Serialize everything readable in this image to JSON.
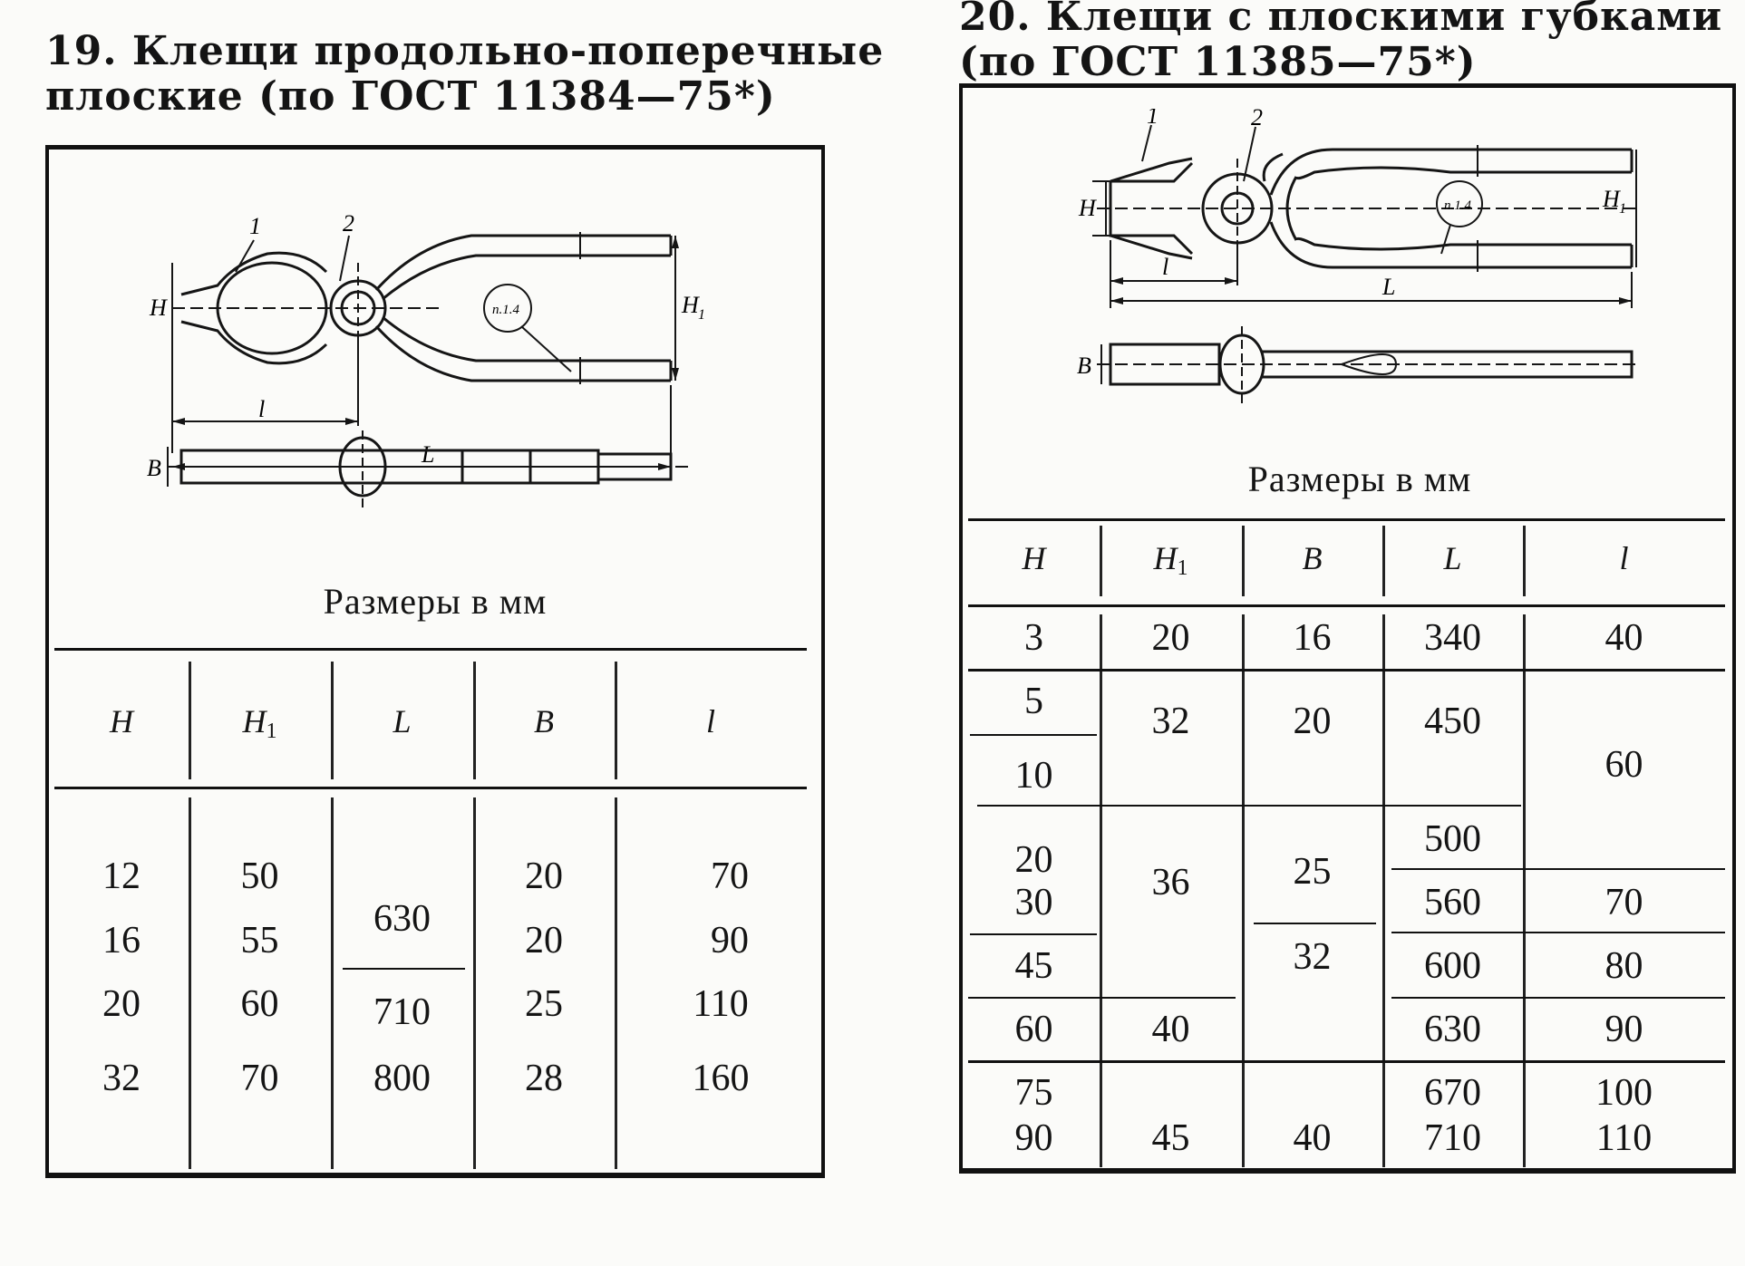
{
  "left": {
    "title_line1": "19. Клещи продольно-поперечные",
    "title_line2": "плоские (по ГОСТ 11384—75*)",
    "figure": {
      "label_1": "1",
      "label_2": "2",
      "label_H": "H",
      "label_H1": "H",
      "label_H1_sub": "1",
      "label_l": "l",
      "label_L": "L",
      "label_B": "B",
      "note": "п.1.4"
    },
    "caption": "Размеры в мм",
    "headers": {
      "H": "H",
      "H1_main": "H",
      "H1_sub": "1",
      "L": "L",
      "B": "B",
      "l": "l"
    },
    "rows": [
      {
        "H": "12",
        "H1": "50",
        "B": "20",
        "l": "70"
      },
      {
        "H": "16",
        "H1": "55",
        "B": "20",
        "l": "90"
      },
      {
        "H": "20",
        "H1": "60",
        "B": "25",
        "l": "110"
      },
      {
        "H": "32",
        "H1": "70",
        "B": "28",
        "l": "160"
      }
    ],
    "L_values": [
      "630",
      "710",
      "800"
    ]
  },
  "right": {
    "title_line1": "20. Клещи с плоскими губками",
    "title_line2": "(по ГОСТ 11385—75*)",
    "figure": {
      "label_1": "1",
      "label_2": "2",
      "label_H": "H",
      "label_H1": "H",
      "label_H1_sub": "1",
      "label_l": "l",
      "label_L": "L",
      "label_B": "B",
      "note": "п.1.4"
    },
    "caption": "Размеры в мм",
    "headers": {
      "H": "H",
      "H1_main": "H",
      "H1_sub": "1",
      "B": "B",
      "L": "L",
      "l": "l"
    },
    "cells": {
      "h_3": "3",
      "h_5": "5",
      "h_10": "10",
      "h_20": "20",
      "h_30": "30",
      "h_45": "45",
      "h_60": "60",
      "h_75": "75",
      "h_90": "90",
      "h1_20": "20",
      "h1_32": "32",
      "h1_36": "36",
      "h1_40": "40",
      "h1_45": "45",
      "b_16": "16",
      "b_20": "20",
      "b_25": "25",
      "b_32": "32",
      "b_40": "40",
      "L_340": "340",
      "L_450": "450",
      "L_500": "500",
      "L_560": "560",
      "L_600": "600",
      "L_630": "630",
      "L_670": "670",
      "L_710": "710",
      "l_40": "40",
      "l_60": "60",
      "l_70": "70",
      "l_80": "80",
      "l_90": "90",
      "l_100": "100",
      "l_110": "110"
    }
  }
}
